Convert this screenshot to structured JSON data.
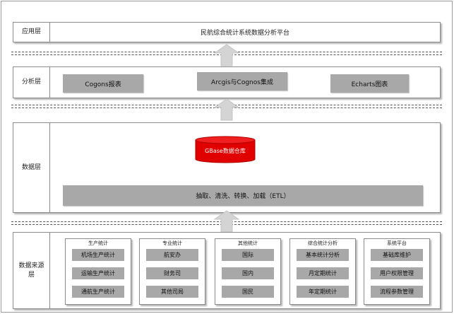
{
  "layers": {
    "application": {
      "label": "应用层",
      "title": "民航综合统计系统数据分析平台"
    },
    "analysis": {
      "label": "分析层",
      "items": [
        "Cogons报表",
        "Arcgis与Cognos集成",
        "Echarts图表"
      ]
    },
    "data": {
      "label": "数据层",
      "db": "GBase数据仓库",
      "etl": "抽取、清洗、转换、加载（ETL）"
    },
    "source": {
      "label": "数据来源层",
      "groups": [
        {
          "title": "生产统计",
          "items": [
            "机场生产统计",
            "运输生产统计",
            "通航生产统计"
          ]
        },
        {
          "title": "专业统计",
          "items": [
            "航安办",
            "财务司",
            "其他司局"
          ]
        },
        {
          "title": "其他统计",
          "items": [
            "国际",
            "国内",
            "国民"
          ]
        },
        {
          "title": "综合统计分析",
          "items": [
            "基本统计分析",
            "月定期统计",
            "年定期统计"
          ]
        },
        {
          "title": "系统平台",
          "items": [
            "基础库维护",
            "用户权限管理",
            "流程参数管理"
          ]
        }
      ]
    }
  },
  "colors": {
    "box_gray": "#a8a8a8",
    "db_red": "#e00000",
    "arrow_gray": "#d4d4d4"
  }
}
